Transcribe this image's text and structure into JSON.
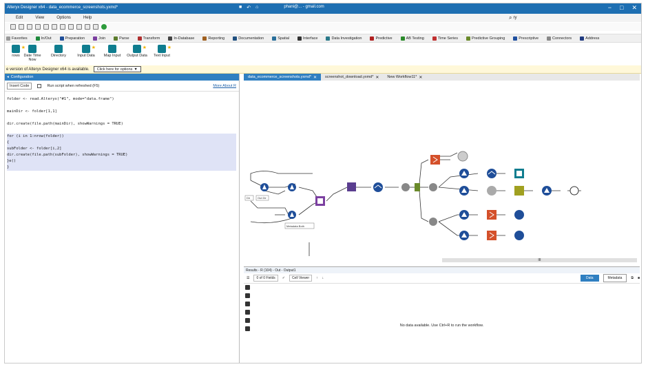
{
  "titlebar": {
    "app_title": "Alteryx Designer x64 - data_ecommerce_screenshots.yxmd*",
    "account": "phani@... - gmail.com",
    "min": "−",
    "max": "□",
    "close": "✕"
  },
  "menu": [
    "Edit",
    "View",
    "Options",
    "Help"
  ],
  "search": {
    "value": "ry"
  },
  "categories": [
    {
      "label": "Favorites",
      "color": "#999999"
    },
    {
      "label": "In/Out",
      "color": "#1f8a3c"
    },
    {
      "label": "Preparation",
      "color": "#1f4e99"
    },
    {
      "label": "Join",
      "color": "#7b3fa0"
    },
    {
      "label": "Parse",
      "color": "#5c7d2d"
    },
    {
      "label": "Transform",
      "color": "#b03030"
    },
    {
      "label": "In-Database",
      "color": "#444444"
    },
    {
      "label": "Reporting",
      "color": "#a06020"
    },
    {
      "label": "Documentation",
      "color": "#205080"
    },
    {
      "label": "Spatial",
      "color": "#2a6f9b"
    },
    {
      "label": "Interface",
      "color": "#333333"
    },
    {
      "label": "Data Investigation",
      "color": "#2b7a8a"
    },
    {
      "label": "Predictive",
      "color": "#b02020"
    },
    {
      "label": "AB Testing",
      "color": "#2a8a2a"
    },
    {
      "label": "Time Series",
      "color": "#c03030"
    },
    {
      "label": "Predictive Grouping",
      "color": "#6a8a2a"
    },
    {
      "label": "Prescriptive",
      "color": "#2050a0"
    },
    {
      "label": "Connectors",
      "color": "#888888"
    },
    {
      "label": "Address",
      "color": "#203a80"
    }
  ],
  "tools": [
    {
      "label": "rows",
      "star": true
    },
    {
      "label": "Date Time Now",
      "star": false
    },
    {
      "label": "Directory",
      "star": false
    },
    {
      "label": "Input Data",
      "star": true
    },
    {
      "label": "Map Input",
      "star": false
    },
    {
      "label": "Output Data",
      "star": true
    },
    {
      "label": "Text Input",
      "star": true
    }
  ],
  "notification": {
    "text": "e version of Alteryx Designer x64 is available.",
    "button": "Click here for options"
  },
  "config": {
    "title": "Configuration",
    "insert_code": "Insert Code",
    "run_label": "Run script when refreshed (F5)",
    "more_about": "More About R",
    "code_lines": [
      {
        "text": "folder <- read.Alteryx(\"#1\", mode=\"data.frame\")",
        "hl": false
      },
      {
        "text": "",
        "hl": false
      },
      {
        "text": "mainDir <- folder[1,1]",
        "hl": false
      },
      {
        "text": "",
        "hl": false
      },
      {
        "text": "dir.create(file.path(mainDir), showWarnings = TRUE)",
        "hl": false
      },
      {
        "text": "",
        "hl": false
      },
      {
        "text": "for (i in 1:nrow(folder))",
        "hl": true
      },
      {
        "text": "{",
        "hl": true
      },
      {
        "text": "subFolder <- folder[i,2]",
        "hl": true
      },
      {
        "text": "dir.create(file.path(subFolder), showWarnings = TRUE)",
        "hl": true
      },
      {
        "text": "}e()",
        "hl": true
      },
      {
        "text": "}",
        "hl": true
      }
    ]
  },
  "canvas_tabs": [
    {
      "label": "data_ecommerce_screenshots.yxmd*",
      "active": true
    },
    {
      "label": "screenshot_download.yxmd*",
      "active": false
    },
    {
      "label": "New Workflow11*",
      "active": false
    }
  ],
  "canvas": {
    "labels": [
      "Dir",
      "Out Dir",
      "Metadata Both"
    ],
    "scroll_mark": "III"
  },
  "results": {
    "title": "Results - R (104) - Out - Output1",
    "records": "0 of 0 Fields",
    "cell_viewer": "Cell Viewer",
    "data_btn": "Data",
    "metadata_btn": "Metadata",
    "no_data": "No data available. Use Ctrl+R to run the workflow."
  }
}
